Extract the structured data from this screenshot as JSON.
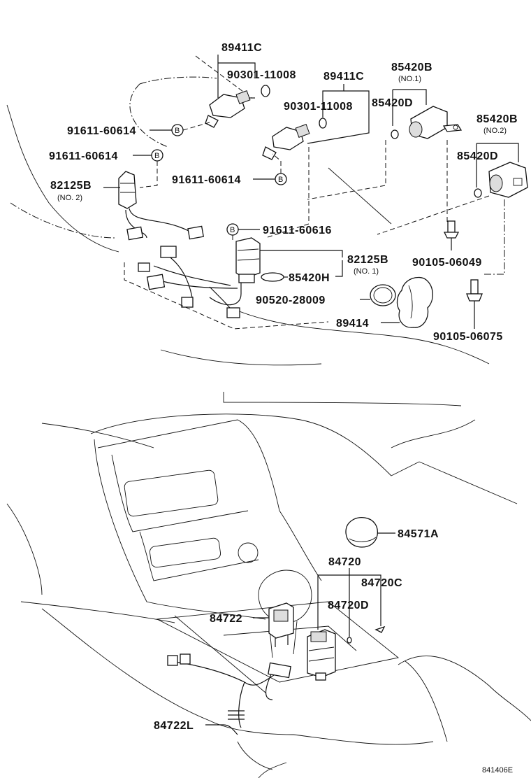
{
  "diagram": {
    "labels": {
      "p89411C_a": "89411C",
      "p90301_a": "90301-11008",
      "p89411C_b": "89411C",
      "p90301_b": "90301-11008",
      "p85420B_1": "85420B",
      "p85420B_1_sub": "(NO.1)",
      "p85420D_1": "85420D",
      "p85420B_2": "85420B",
      "p85420B_2_sub": "(NO.2)",
      "p85420D_2": "85420D",
      "p91611_a": "91611-60614",
      "p91611_b": "91611-60614",
      "p91611_c": "91611-60614",
      "p91611_d": "91611-60616",
      "p82125B_a": "82125B",
      "p82125B_a_sub": "(NO. 2)",
      "p82125B_b": "82125B",
      "p82125B_b_sub": "(NO. 1)",
      "p85420H": "85420H",
      "p90520": "90520-28009",
      "p89414": "89414",
      "p90105_a": "90105-06049",
      "p90105_b": "90105-06075",
      "p84571A": "84571A",
      "p84720": "84720",
      "p84720C": "84720C",
      "p84720D": "84720D",
      "p84722": "84722",
      "p84722L": "84722L",
      "bolt_marker": "B",
      "drawing_code": "841406E"
    }
  }
}
